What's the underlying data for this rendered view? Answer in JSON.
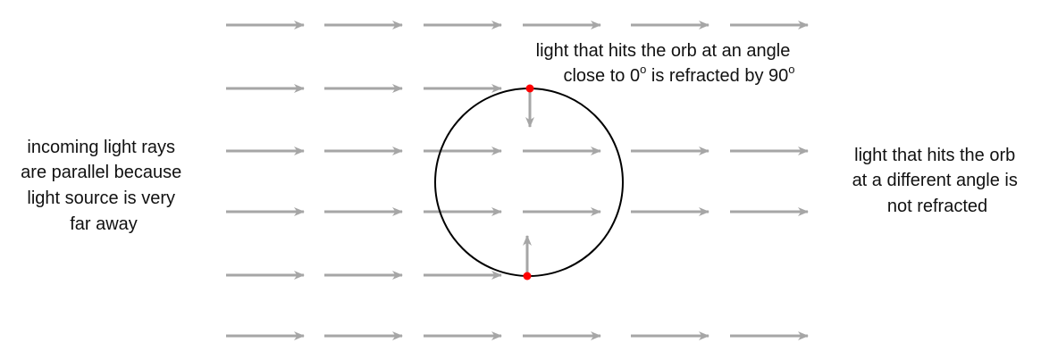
{
  "colors": {
    "arrow": "#a6a6a6",
    "circle": "#000000",
    "marker": "#ff0000",
    "text": "#111111"
  },
  "labels": {
    "incoming": [
      "incoming light rays",
      "are parallel because",
      "light source is very",
      "far away"
    ],
    "not_refracted": [
      "light that hits the orb",
      "at a different angle is",
      "not refracted"
    ],
    "refracted_line1": "light that hits the orb at an angle",
    "refracted_line2_a": "close to 0",
    "refracted_line2_sup1": "o",
    "refracted_line2_b": " is refracted by 90",
    "refracted_line2_sup2": "o"
  }
}
